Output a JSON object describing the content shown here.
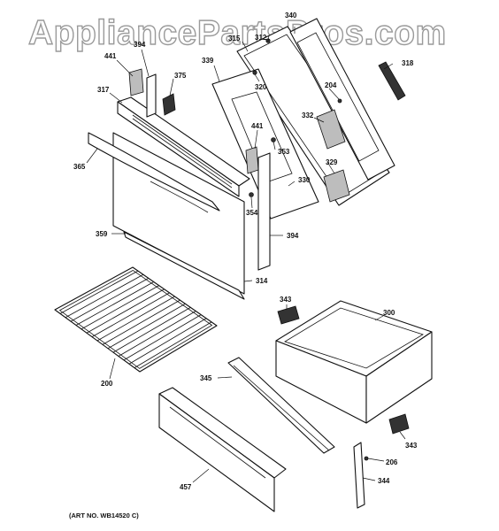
{
  "watermark": "AppliancePartsPros.com",
  "art_number": "(ART NO. WB14520 C)",
  "labels": {
    "l340": "340",
    "l312": "312",
    "l315": "315",
    "l394a": "394",
    "l441a": "441",
    "l318": "318",
    "l339": "339",
    "l375": "375",
    "l320": "320",
    "l204": "204",
    "l317": "317",
    "l332": "332",
    "l441b": "441",
    "l353": "353",
    "l329": "329",
    "l365": "365",
    "l330": "330",
    "l354": "354",
    "l359": "359",
    "l394b": "394",
    "l314": "314",
    "l343a": "343",
    "l300": "300",
    "l345": "345",
    "l200": "200",
    "l343b": "343",
    "l206": "206",
    "l457": "457",
    "l344": "344"
  }
}
